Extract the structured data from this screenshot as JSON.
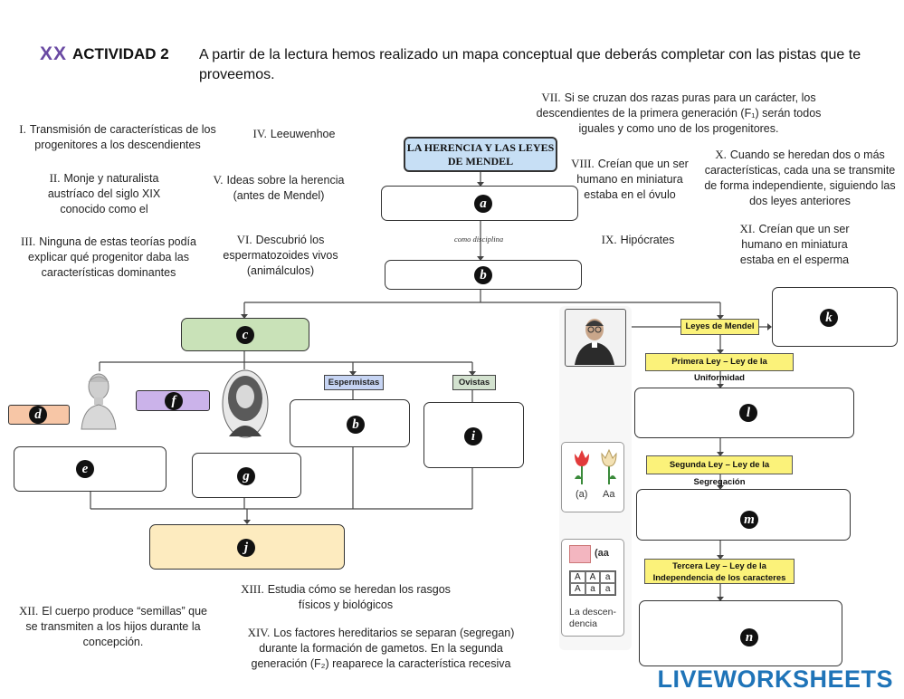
{
  "header": {
    "marker": "XX",
    "activity": "ACTIVIDAD 2",
    "instructions": "A partir de la lectura hemos realizado un mapa conceptual que deberás completar con las pistas que te proveemos."
  },
  "clues": [
    {
      "num": "I.",
      "text": "Transmisión de características de los progenitores a los descendientes"
    },
    {
      "num": "II.",
      "text": "Monje y naturalista austríaco del siglo XIX conocido como el"
    },
    {
      "num": "III.",
      "text": "Ninguna de estas teorías podía explicar qué progenitor daba las características dominantes"
    },
    {
      "num": "IV.",
      "text": "Leeuwenhoe"
    },
    {
      "num": "V.",
      "text": "Ideas sobre la herencia (antes de Mendel)"
    },
    {
      "num": "VI.",
      "text": "Descubrió los espermatozoides vivos (animálculos)"
    },
    {
      "num": "VII.",
      "text": "Si se cruzan dos razas puras para un carácter, los descendientes de la primera generación (F₁) serán todos iguales y como uno de los progenitores."
    },
    {
      "num": "VIII.",
      "text": "Creían que un ser humano en miniatura estaba en el óvulo"
    },
    {
      "num": "IX.",
      "text": "Hipócrates"
    },
    {
      "num": "X.",
      "text": "Cuando se heredan dos o más características, cada una se transmite de forma independiente, siguiendo las dos leyes anteriores"
    },
    {
      "num": "XI.",
      "text": "Creían que un ser humano en miniatura estaba en el esperma"
    },
    {
      "num": "XII.",
      "text": "El cuerpo produce “semillas” que se transmiten a los hijos durante la concepción."
    },
    {
      "num": "XIII.",
      "text": "Estudia cómo se heredan los rasgos físicos y biológicos"
    },
    {
      "num": "XIV.",
      "text": "Los factores hereditarios se separan (segregan) durante la formación de gametos. En la segunda generación (F₂) reaparece la característica recesiva"
    }
  ],
  "map": {
    "title": "LA HERENCIA Y LAS LEYES DE MENDEL",
    "connector": "como disciplina",
    "letters": {
      "a": "a",
      "b": "b",
      "b2": "b",
      "c": "c",
      "d": "d",
      "e": "e",
      "f": "f",
      "g": "g",
      "i": "i",
      "j": "j",
      "k": "k",
      "l": "l",
      "m": "m",
      "n": "n"
    },
    "tags": {
      "espermistas": "Espermistas",
      "ovistas": "Ovistas",
      "leyes": "Leyes de Mendel",
      "ley1": "Primera Ley – Ley de la Uniformidad",
      "ley2": "Segunda Ley – Ley de la Segregación",
      "ley3": "Tercera Ley – Ley de la Independencia de los caracteres"
    },
    "pea_labels": {
      "a": "(a)",
      "aa": "Aa",
      "aa2": "(aa",
      "descendencia": "La descen-dencia"
    },
    "punnett": [
      "A",
      "A",
      "a",
      "A",
      "a",
      "a"
    ]
  },
  "brand": "LIVEWORKSHEETS",
  "colors": {
    "purple": "#6a4aa3",
    "green_box": "#c9e2b8",
    "peach": "#f7c6a6",
    "lilac": "#cbb3ea",
    "cream": "#fdebbf",
    "title_blue": "#c7dff5",
    "brand_blue": "#1f74b8"
  }
}
